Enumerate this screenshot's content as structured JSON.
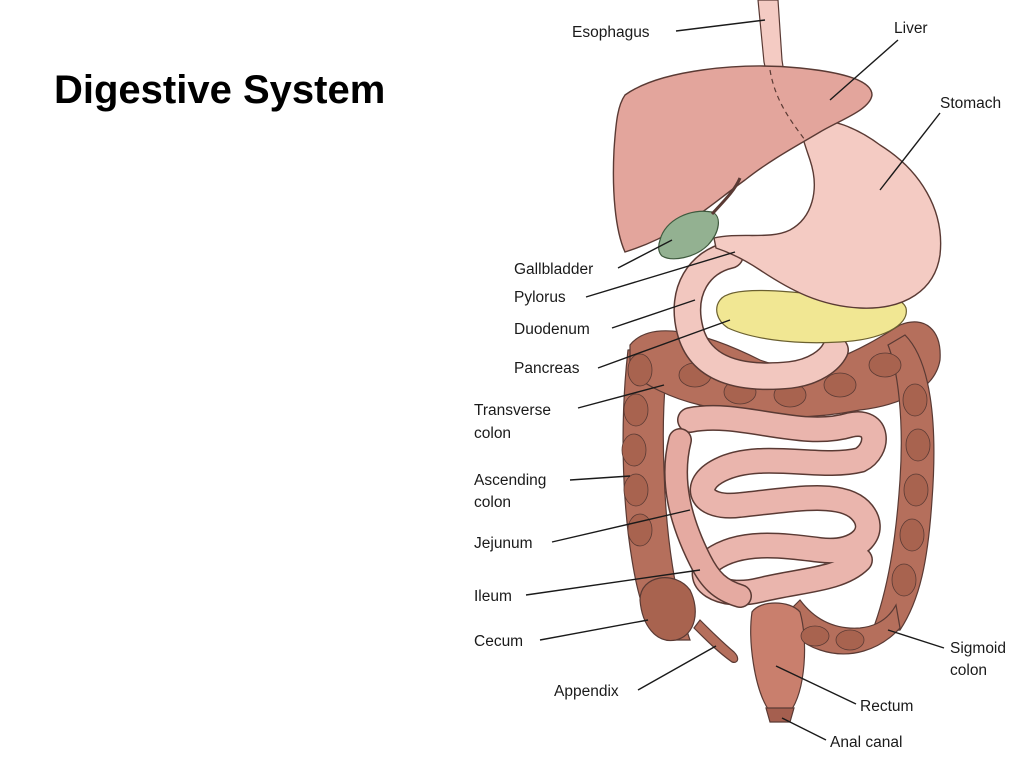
{
  "title": "Digestive System",
  "colors": {
    "liver": "#e3a59c",
    "stomach": "#f4cbc3",
    "gallbladder": "#93b191",
    "pancreas": "#f1e793",
    "colon": "#b56f5c",
    "small_intestine": "#eab5ad",
    "outline": "#5a3a34"
  },
  "labels": {
    "esophagus": "Esophagus",
    "liver": "Liver",
    "stomach": "Stomach",
    "gallbladder": "Gallbladder",
    "pylorus": "Pylorus",
    "duodenum": "Duodenum",
    "pancreas": "Pancreas",
    "transverse_1": "Transverse",
    "transverse_2": "colon",
    "ascending_1": "Ascending",
    "ascending_2": "colon",
    "jejunum": "Jejunum",
    "ileum": "Ileum",
    "cecum": "Cecum",
    "appendix": "Appendix",
    "sigmoid_1": "Sigmoid",
    "sigmoid_2": "colon",
    "rectum": "Rectum",
    "anal_canal": "Anal canal"
  }
}
